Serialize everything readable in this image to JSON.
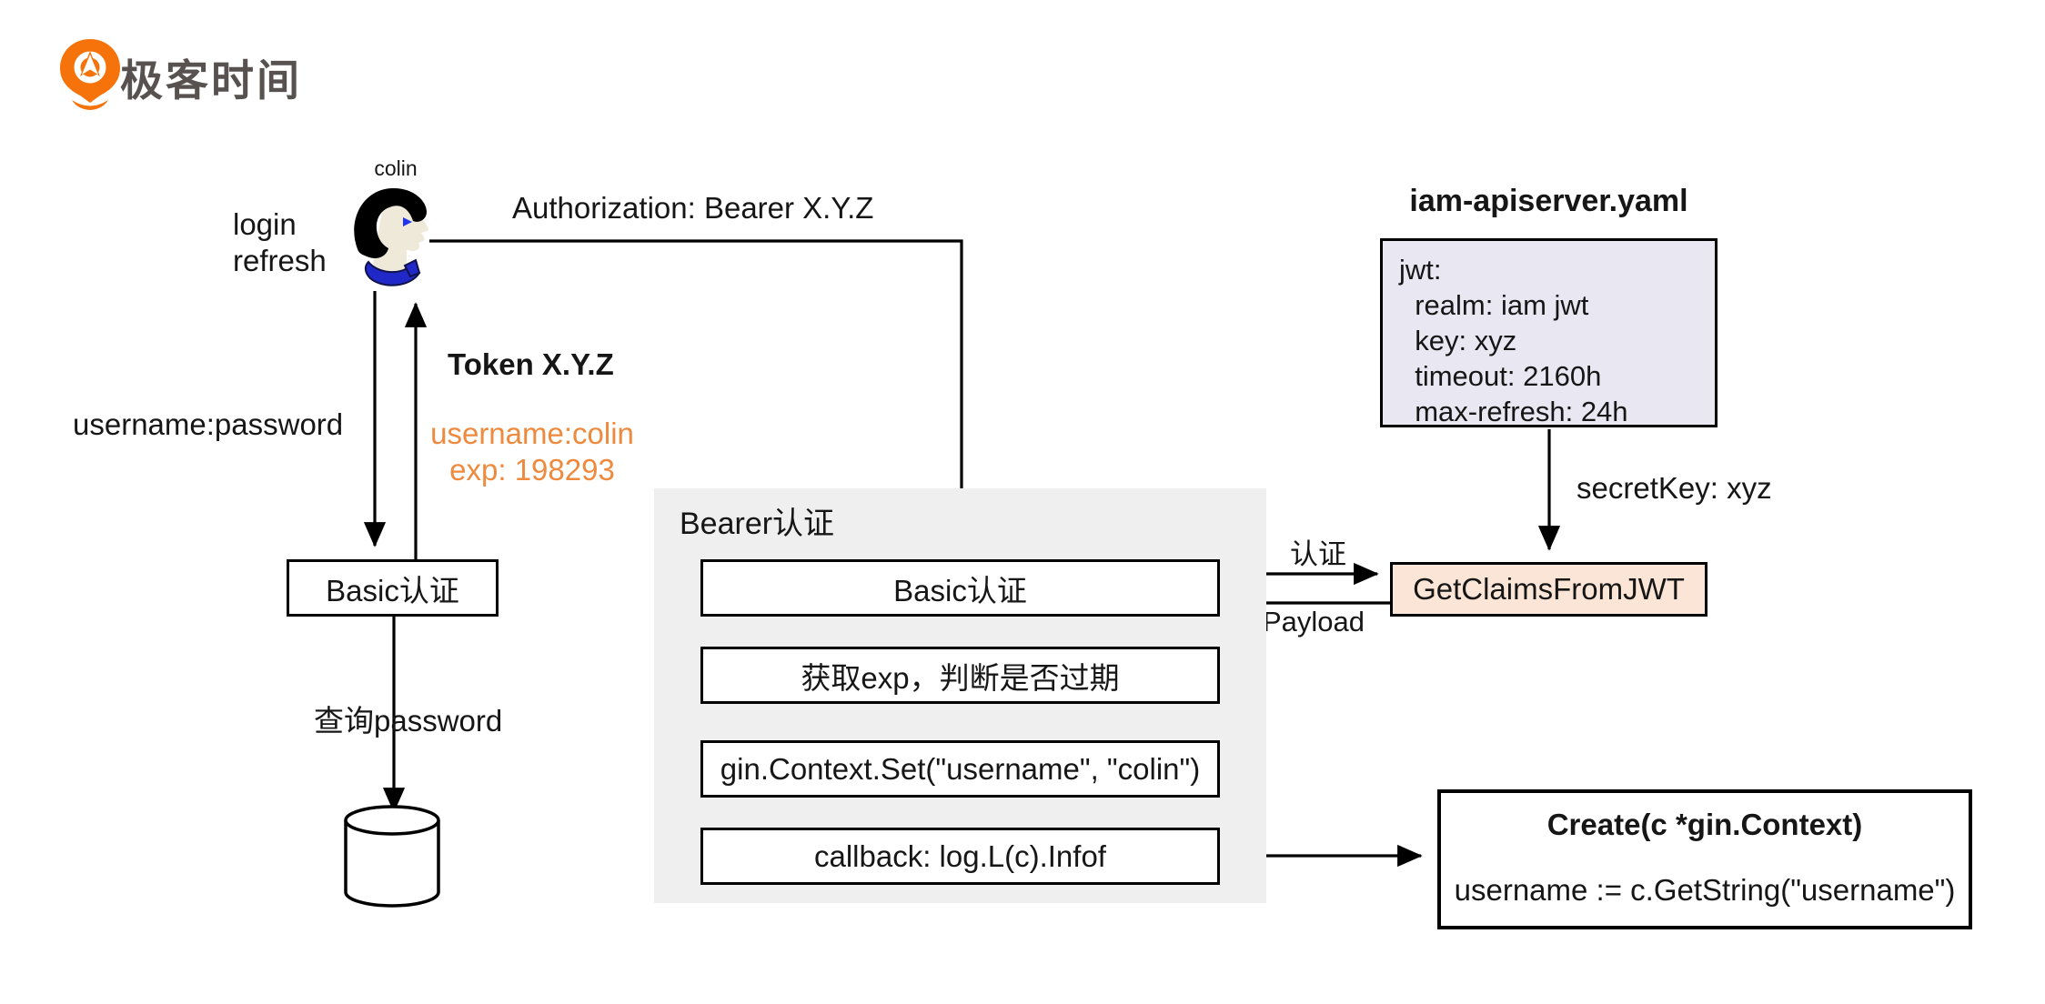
{
  "brand": {
    "logo_text": "极客时间"
  },
  "actor": {
    "name": "colin",
    "action_line1": "login",
    "action_line2": "refresh"
  },
  "edge_labels": {
    "authorization": "Authorization: Bearer X.Y.Z",
    "username_password": "username:password",
    "token_title": "Token X.Y.Z",
    "claim_line1": "username:colin",
    "claim_line2": "exp: 198293",
    "query_password": "查询password",
    "renzheng": "认证",
    "payload": "Payload",
    "secret_key": "secretKey: xyz"
  },
  "left_flow": {
    "basic_auth": "Basic认证"
  },
  "bearer_group": {
    "title": "Bearer认证",
    "steps": [
      "Basic认证",
      "获取exp，判断是否过期",
      "gin.Context.Set(\"username\", \"colin\")",
      "callback: log.L(c).Infof"
    ]
  },
  "config_file": {
    "title": "iam-apiserver.yaml",
    "lines": [
      "jwt:",
      "  realm: iam jwt",
      "  key: xyz",
      "  timeout: 2160h",
      "  max-refresh: 24h"
    ]
  },
  "jwt_func": {
    "label": "GetClaimsFromJWT"
  },
  "create_handler": {
    "title": "Create(c *gin.Context)",
    "body": "username := c.GetString(\"username\")"
  },
  "colors": {
    "orange_text": "#ee8a3e",
    "yaml_box_bg": "#e9e7f1",
    "claims_box_bg": "#fbe5d6",
    "group_bg": "#efefef",
    "logo_orange": "#f5730a"
  }
}
